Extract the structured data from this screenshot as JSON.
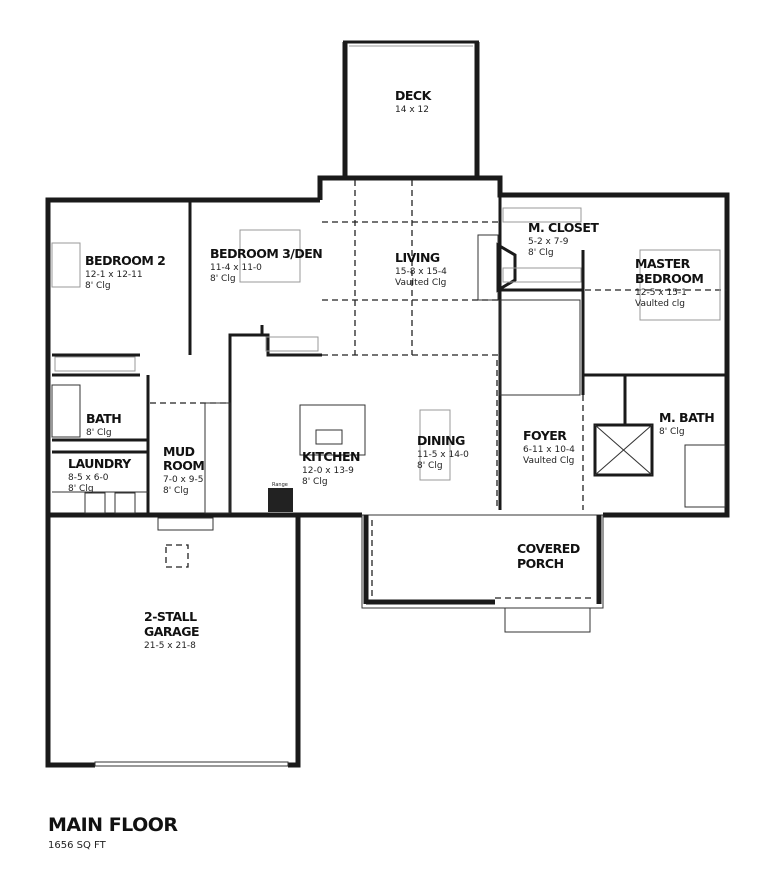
{
  "plan": {
    "title": "MAIN FLOOR",
    "area": "1656 SQ FT",
    "wall_color": "#1a1a1a",
    "rooms": {
      "deck": {
        "name": "DECK",
        "size": "14 x 12"
      },
      "bedroom2": {
        "name": "BEDROOM 2",
        "size": "12-1 x 12-11",
        "ceiling": "8' Clg"
      },
      "bedroom3": {
        "name": "BEDROOM 3/DEN",
        "size": "11-4 x 11-0",
        "ceiling": "8' Clg"
      },
      "living": {
        "name": "LIVING",
        "size": "15-8 x 15-4",
        "ceiling": "Vaulted Clg"
      },
      "mcloset": {
        "name": "M. CLOSET",
        "size": "5-2 x 7-9",
        "ceiling": "8' Clg"
      },
      "master": {
        "name1": "MASTER",
        "name2": "BEDROOM",
        "size": "12-5 x 15-1",
        "ceiling": "Vaulted clg"
      },
      "bath": {
        "name": "BATH",
        "ceiling": "8' Clg"
      },
      "laundry": {
        "name": "LAUNDRY",
        "size": "8-5 x 6-0",
        "ceiling": "8' Clg"
      },
      "mudroom": {
        "name1": "MUD",
        "name2": "ROOM",
        "size": "7-0 x 9-5",
        "ceiling": "8' Clg"
      },
      "kitchen": {
        "name": "KITCHEN",
        "size": "12-0 x 13-9",
        "ceiling": "8' Clg"
      },
      "dining": {
        "name": "DINING",
        "size": "11-5 x 14-0",
        "ceiling": "8' Clg"
      },
      "foyer": {
        "name": "FOYER",
        "size": "6-11 x 10-4",
        "ceiling": "Vaulted Clg"
      },
      "mbath": {
        "name": "M. BATH",
        "ceiling": "8' Clg"
      },
      "porch": {
        "name1": "COVERED",
        "name2": "PORCH"
      },
      "garage": {
        "name1": "2-STALL",
        "name2": "GARAGE",
        "size": "21-5 x 21-8"
      }
    },
    "appliance_labels": {
      "range": "Range"
    }
  }
}
